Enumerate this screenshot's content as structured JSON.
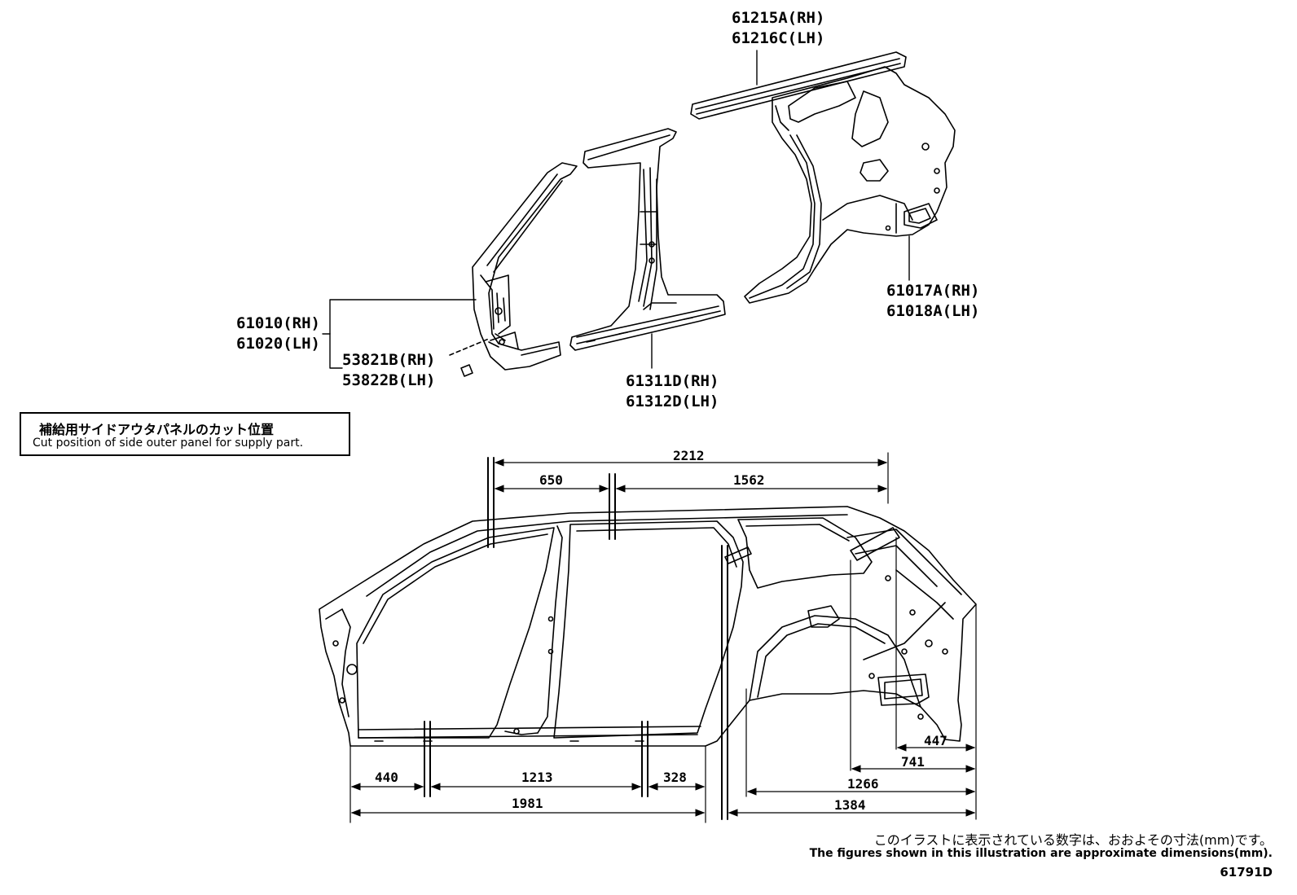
{
  "parts": {
    "roof_rail_rh": "61215A(RH)",
    "roof_rail_lh": "61216C(LH)",
    "quarter_panel_rh": "61017A(RH)",
    "quarter_panel_lh": "61018A(LH)",
    "front_pillar_rh": "61010(RH)",
    "front_pillar_lh": "61020(LH)",
    "bracket_rh": "53821B(RH)",
    "bracket_lh": "53822B(LH)",
    "center_pillar_rh": "61311D(RH)",
    "center_pillar_lh": "61312D(LH)"
  },
  "legend": {
    "title_jp": "補給用サイドアウタパネルのカット位置",
    "title_en": "Cut position of side outer panel for supply part."
  },
  "dimensions": {
    "d2212": "2212",
    "d650": "650",
    "d1562": "1562",
    "d440": "440",
    "d1213": "1213",
    "d328": "328",
    "d1981": "1981",
    "d447": "447",
    "d741": "741",
    "d1266": "1266",
    "d1384": "1384"
  },
  "footnote": {
    "jp": "このイラストに表示されている数字は、おおよその寸法(mm)です。",
    "en": "The figures shown in this illustration are approximate dimensions(mm)."
  },
  "figure_id": "61791D"
}
